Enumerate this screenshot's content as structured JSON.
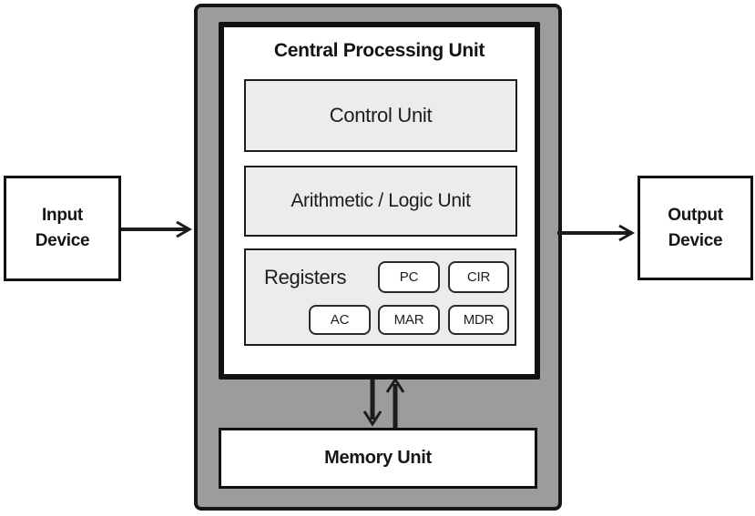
{
  "diagram": {
    "cpu": {
      "title": "Central Processing Unit",
      "control_unit_label": "Control Unit",
      "alu_label": "Arithmetic / Logic Unit",
      "registers_label": "Registers",
      "registers": [
        "PC",
        "CIR",
        "AC",
        "MAR",
        "MDR"
      ]
    },
    "memory_label": "Memory Unit",
    "input_label": "Input Device",
    "output_label": "Output Device",
    "arrows": [
      "input-to-system",
      "system-to-output",
      "cpu-to-memory",
      "memory-to-cpu"
    ],
    "colors": {
      "system_fill": "#9c9c9c",
      "unit_fill": "#ececec",
      "box_fill": "#ffffff",
      "line": "#161616"
    }
  }
}
